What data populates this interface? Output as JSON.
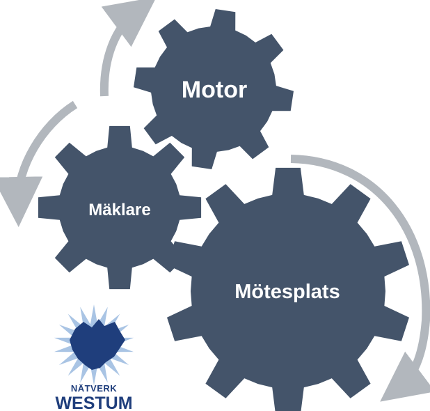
{
  "gears": [
    {
      "id": "motor",
      "label": "Motor",
      "teeth": 8
    },
    {
      "id": "maklare",
      "label": "Mäklare",
      "teeth": 8
    },
    {
      "id": "motesplats",
      "label": "Mötesplats",
      "teeth": 10
    }
  ],
  "logo": {
    "line1": "NÄTVERK",
    "line2": "WESTUM"
  },
  "colors": {
    "gear": "#44546a",
    "arrow": "#b2b7bd",
    "logo_blue": "#1f3e7c",
    "logo_light": "#a9c4e4"
  }
}
